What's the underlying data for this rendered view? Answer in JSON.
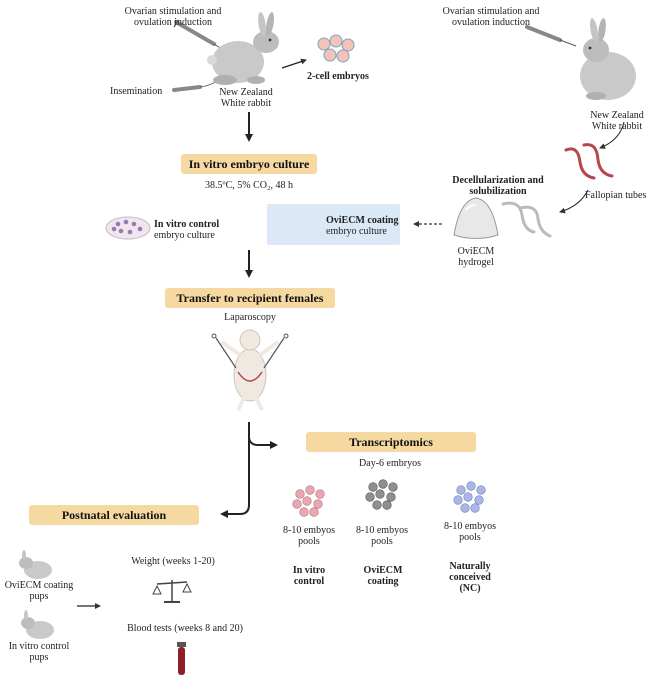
{
  "top_left": {
    "ovarian_label": "Ovarian stimulation and ovulation induction",
    "insemination_label": "Insemination",
    "rabbit_label": "New Zealand White rabbit",
    "embryos_label": "2-cell embryos"
  },
  "top_right": {
    "ovarian_label": "Ovarian stimulation and ovulation induction",
    "rabbit_label": "New Zealand White rabbit",
    "fallopian_label": "Fallopian tubes",
    "decell_label": "Decellularization and solubilization",
    "hydrogel_label": "OviECM hydrogel"
  },
  "culture": {
    "banner": "In vitro embryo culture",
    "conditions": "38.5ºC, 5% CO₂, 48 h",
    "control_bold": "In vitro control",
    "control_rest": "embryo culture",
    "coating_bold": "OviECM coating",
    "coating_rest": "embryo culture"
  },
  "transfer": {
    "banner": "Transfer to recipient females",
    "method": "Laparoscopy"
  },
  "transcriptomics": {
    "banner": "Transcriptomics",
    "subtitle": "Day-6 embryos",
    "pool_label": "8-10 embyos pools",
    "groups": [
      "In vitro control",
      "OviECM coating",
      "Naturally conceived (NC)"
    ]
  },
  "postnatal": {
    "banner": "Postnatal evaluation",
    "pups_coating": "OviECM coating pups",
    "pups_control": "In vitro control pups",
    "weight": "Weight (weeks 1-20)",
    "blood": "Blood tests (weeks 8 and 20)"
  },
  "colors": {
    "banner": "#f6d9a0",
    "blue_box": "#dbe8f6",
    "tube": "#b5474a",
    "arrow": "#222222"
  }
}
